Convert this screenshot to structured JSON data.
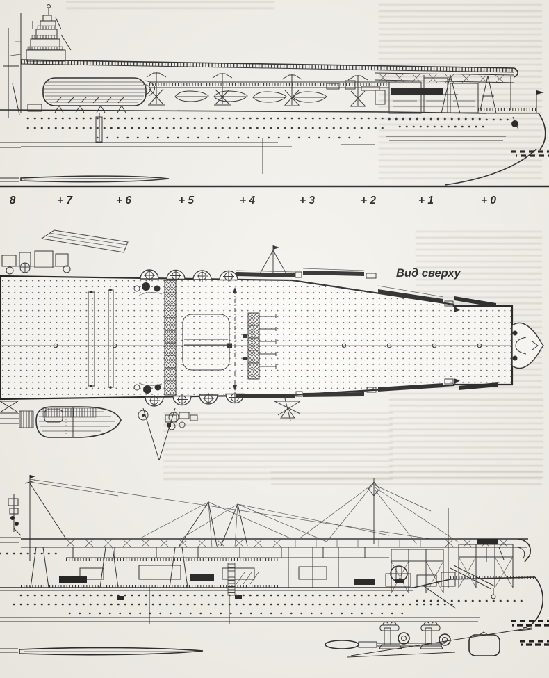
{
  "page": {
    "paper_color": "#f4f2ec",
    "ink_color": "#1c1c1c"
  },
  "top_profile": {
    "station_scale": {
      "labels": [
        "8",
        "+ 7",
        "+ 6",
        "+ 5",
        "+ 4",
        "+ 3",
        "+ 2",
        "+ 1",
        "+ 0"
      ]
    }
  },
  "plan_view": {
    "title": "Вид сверху"
  }
}
